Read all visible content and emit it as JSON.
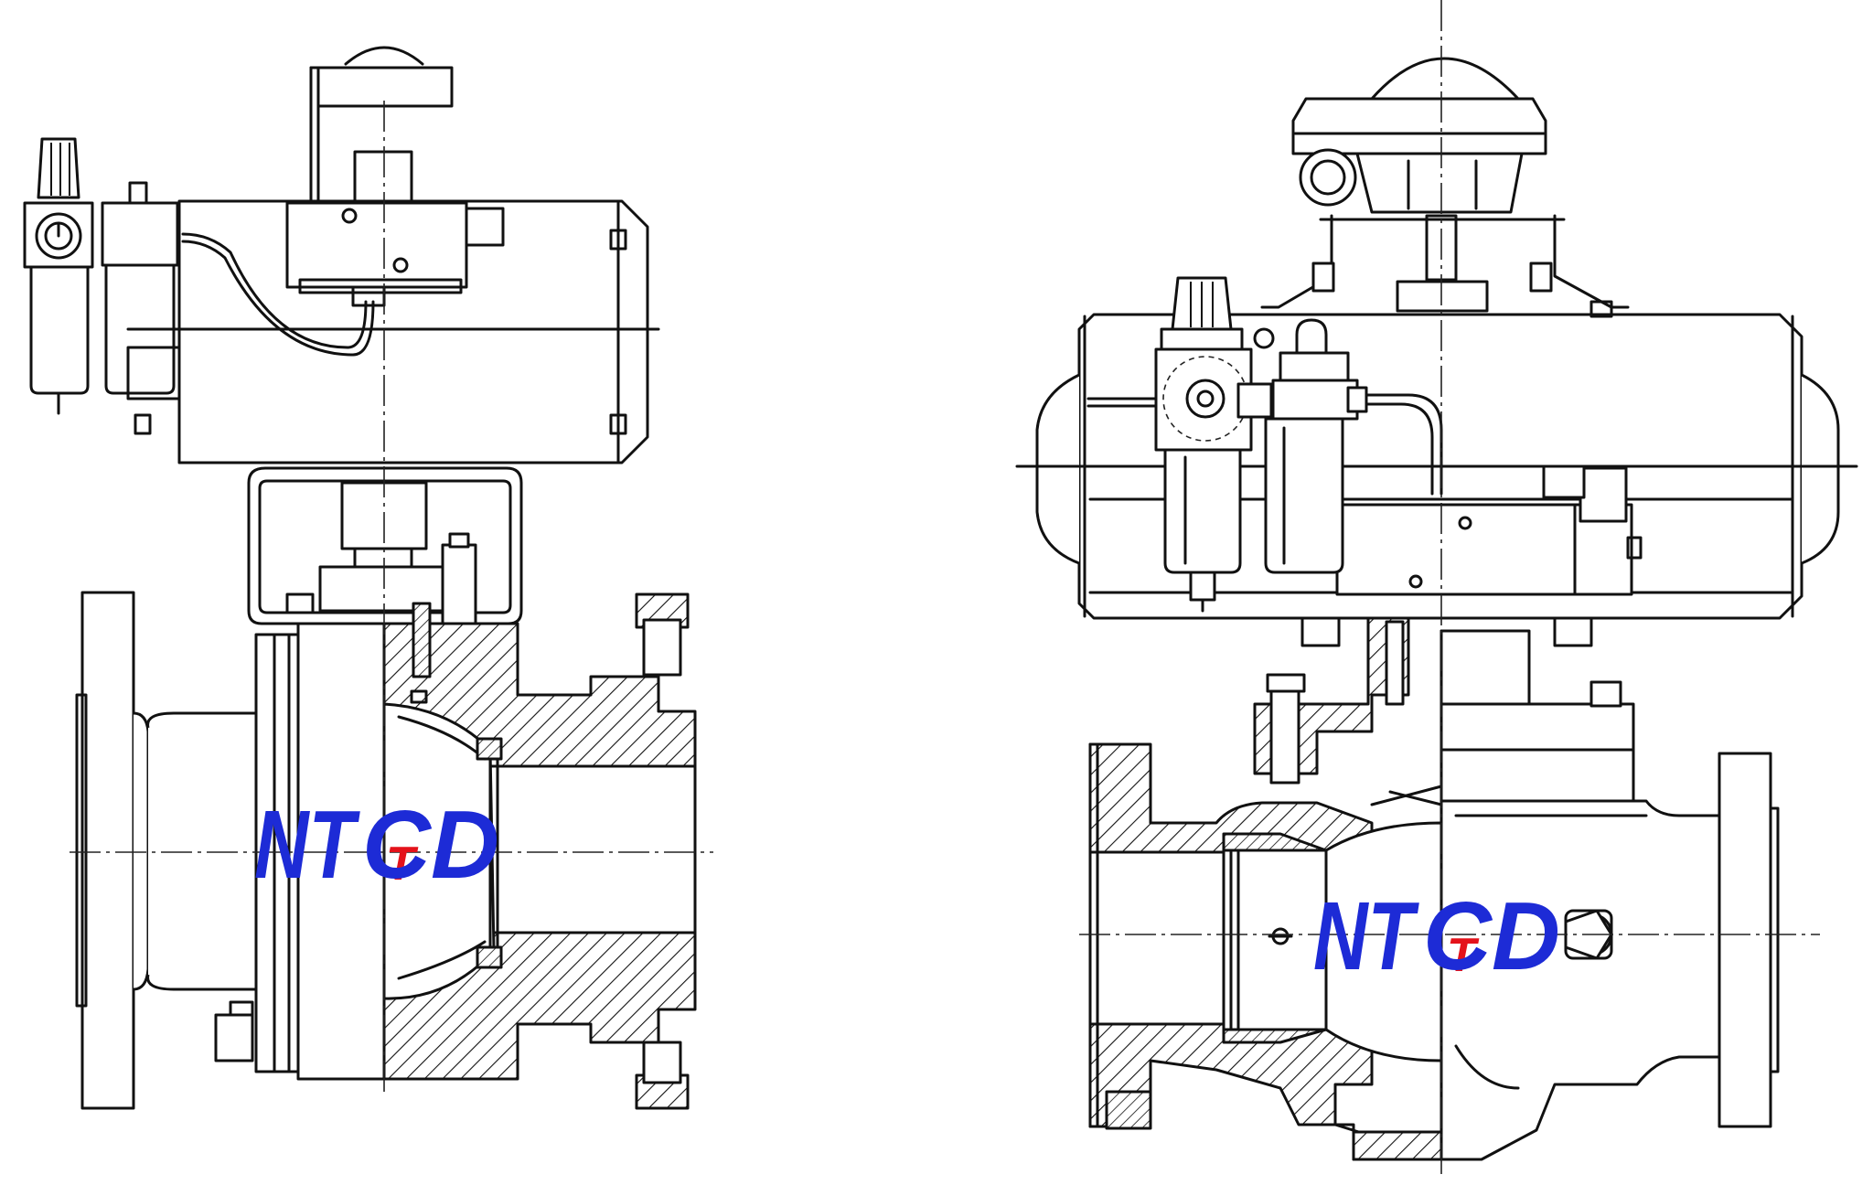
{
  "logo": {
    "part1": "NT",
    "part2": "CD",
    "middle": "T",
    "color_main": "#1d2bd6",
    "color_accent": "#e4121a"
  },
  "diagram": {
    "line_color": "#111111",
    "background": "#ffffff"
  }
}
